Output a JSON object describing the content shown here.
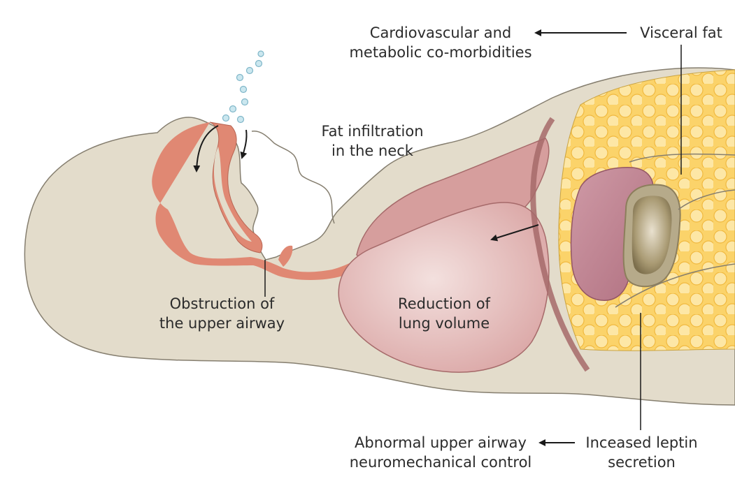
{
  "labels": {
    "cardio": [
      "Cardiovascular and",
      "metabolic co-morbidities"
    ],
    "visceral_fat": "Visceral fat",
    "fat_neck": [
      "Fat infiltration",
      "in the neck"
    ],
    "obstruction": [
      "Obstruction of",
      "the upper airway"
    ],
    "lung": [
      "Reduction of",
      "lung volume"
    ],
    "neuro": [
      "Abnormal upper airway",
      "neuromechanical control"
    ],
    "leptin": [
      "Inceased leptin",
      "secretion"
    ]
  },
  "colors": {
    "skin": "#e3dccb",
    "outline": "#857e6f",
    "airway": "#e08873",
    "lung": "#e7bfbd",
    "fat": "#fbd36a",
    "organ": "#c08694",
    "bubble": "#b9dde8",
    "text": "#2b2b2b"
  },
  "icons": [
    "bubble-icon",
    "arrow-left-icon",
    "curved-arrow-icon"
  ]
}
